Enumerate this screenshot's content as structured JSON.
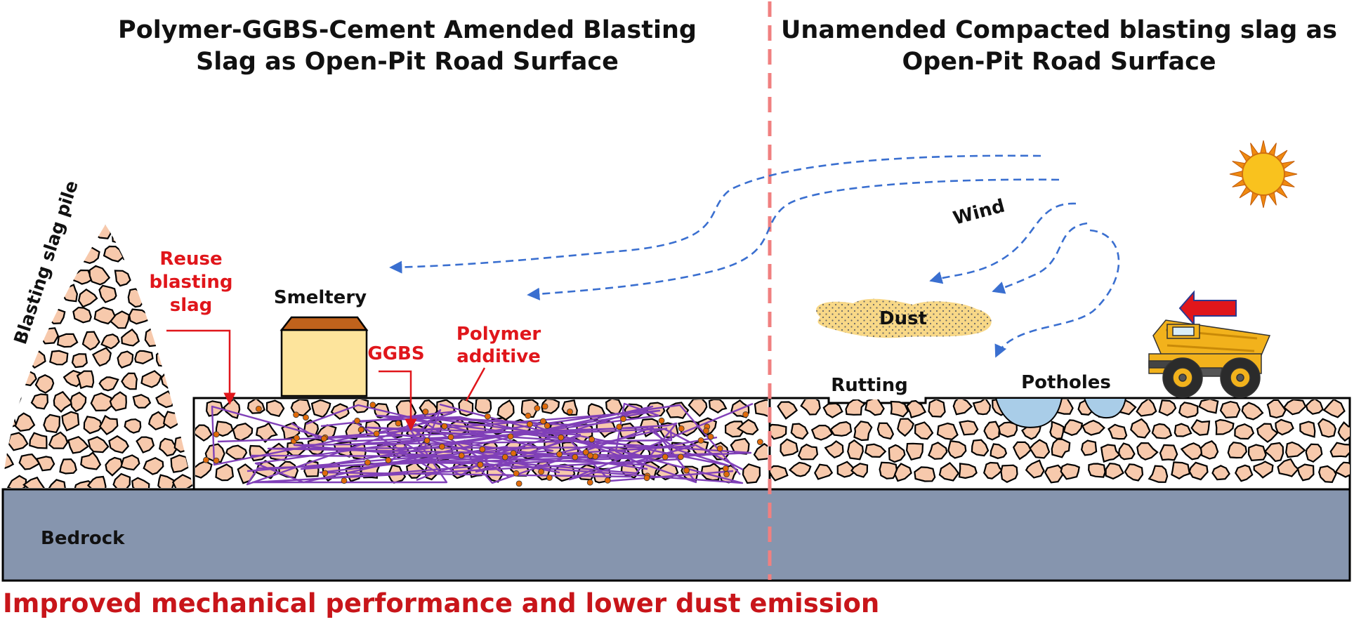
{
  "left_panel": {
    "title_line1": "Polymer-GGBS-Cement  Amended Blasting",
    "title_line2": "Slag as Open-Pit Road Surface",
    "pile_label": "Blasting slag pile",
    "reuse_line1": "Reuse",
    "reuse_line2": "blasting",
    "reuse_line3": "slag",
    "smeltery_label": "Smeltery",
    "ggbs_label": "GGBS",
    "polymer_line1": "Polymer",
    "polymer_line2": "additive"
  },
  "right_panel": {
    "title_line1": "Unamended Compacted blasting slag  as",
    "title_line2": "Open-Pit Road Surface",
    "wind_label": "Wind",
    "dust_label": "Dust",
    "rutting_label": "Rutting",
    "potholes_label": "Potholes"
  },
  "bedrock_label": "Bedrock",
  "conclusion": "Improved mechanical performance and lower  dust emission",
  "colors": {
    "rock": "#f7c9ac",
    "polymer": "#8040b8",
    "ggbs_dot": "#e06a0a",
    "bedrock": "#8695ae",
    "divider": "#f08080",
    "wind": "#3a6fd0",
    "accent_red": "#e0161b",
    "dust": "#f8d887",
    "water": "#a9cde8",
    "smeltery_body": "#fde49c",
    "smeltery_roof": "#c0621c",
    "truck": "#f2b21c"
  }
}
